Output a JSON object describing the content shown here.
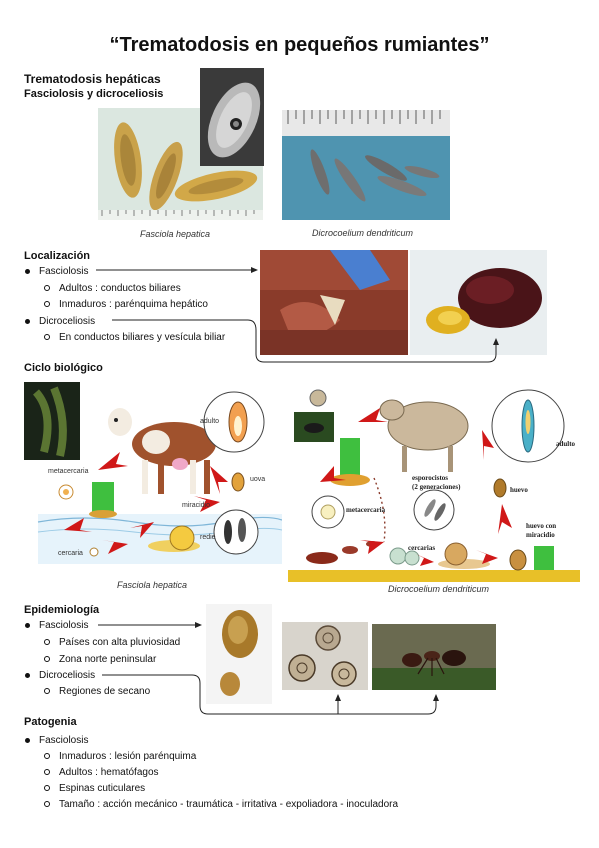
{
  "title": "“Trematodosis en pequeños rumiantes”",
  "section_hepatic": {
    "heading": "Trematodosis hepáticas",
    "subheading": "Fasciolosis y dicroceliosis",
    "caption_left": "Fasciola hepatica",
    "caption_right": "Dicrocoelium dendriticum"
  },
  "localizacion": {
    "heading": "Localización",
    "item1": "Fasciolosis",
    "item1_sub1": "Adultos : conductos biliares",
    "item1_sub2": "Inmaduros : parénquima hepático",
    "item2": "Dicroceliosis",
    "item2_sub1": "En conductos biliares y vesícula biliar"
  },
  "ciclo": {
    "heading": "Ciclo biológico",
    "left_caption": "Fasciola hepatica",
    "right_caption": "Dicrocoelium dendriticum",
    "left_labels": {
      "adulto": "adulto",
      "uova": "uova",
      "metacercaria": "metacercaria",
      "miracidio": "miracidio",
      "redie": "redie",
      "cercaria": "cercaria"
    },
    "right_labels": {
      "adulto": "adulto",
      "esporocistos": "esporocistos",
      "generaciones": "(2 generaciones)",
      "huevo": "huevo",
      "metacercaria": "metacercaria",
      "cercarias": "cercarias",
      "huevo_con": "huevo con",
      "miracidio": "miracidio"
    }
  },
  "epidemiologia": {
    "heading": "Epidemiología",
    "item1": "Fasciolosis",
    "item1_sub1": "Países con alta pluviosidad",
    "item1_sub2": "Zona norte peninsular",
    "item2": "Dicroceliosis",
    "item2_sub1": "Regiones de secano"
  },
  "patogenia": {
    "heading": "Patogenia",
    "item1": "Fasciolosis",
    "sub1": "Inmaduros : lesión parénquima",
    "sub2": "Adultos : hematófagos",
    "sub3": "Espinas cuticulares",
    "sub4": "Tamaño : acción mecánico - traumática - irritativa - expoliadora - inoculadora"
  }
}
